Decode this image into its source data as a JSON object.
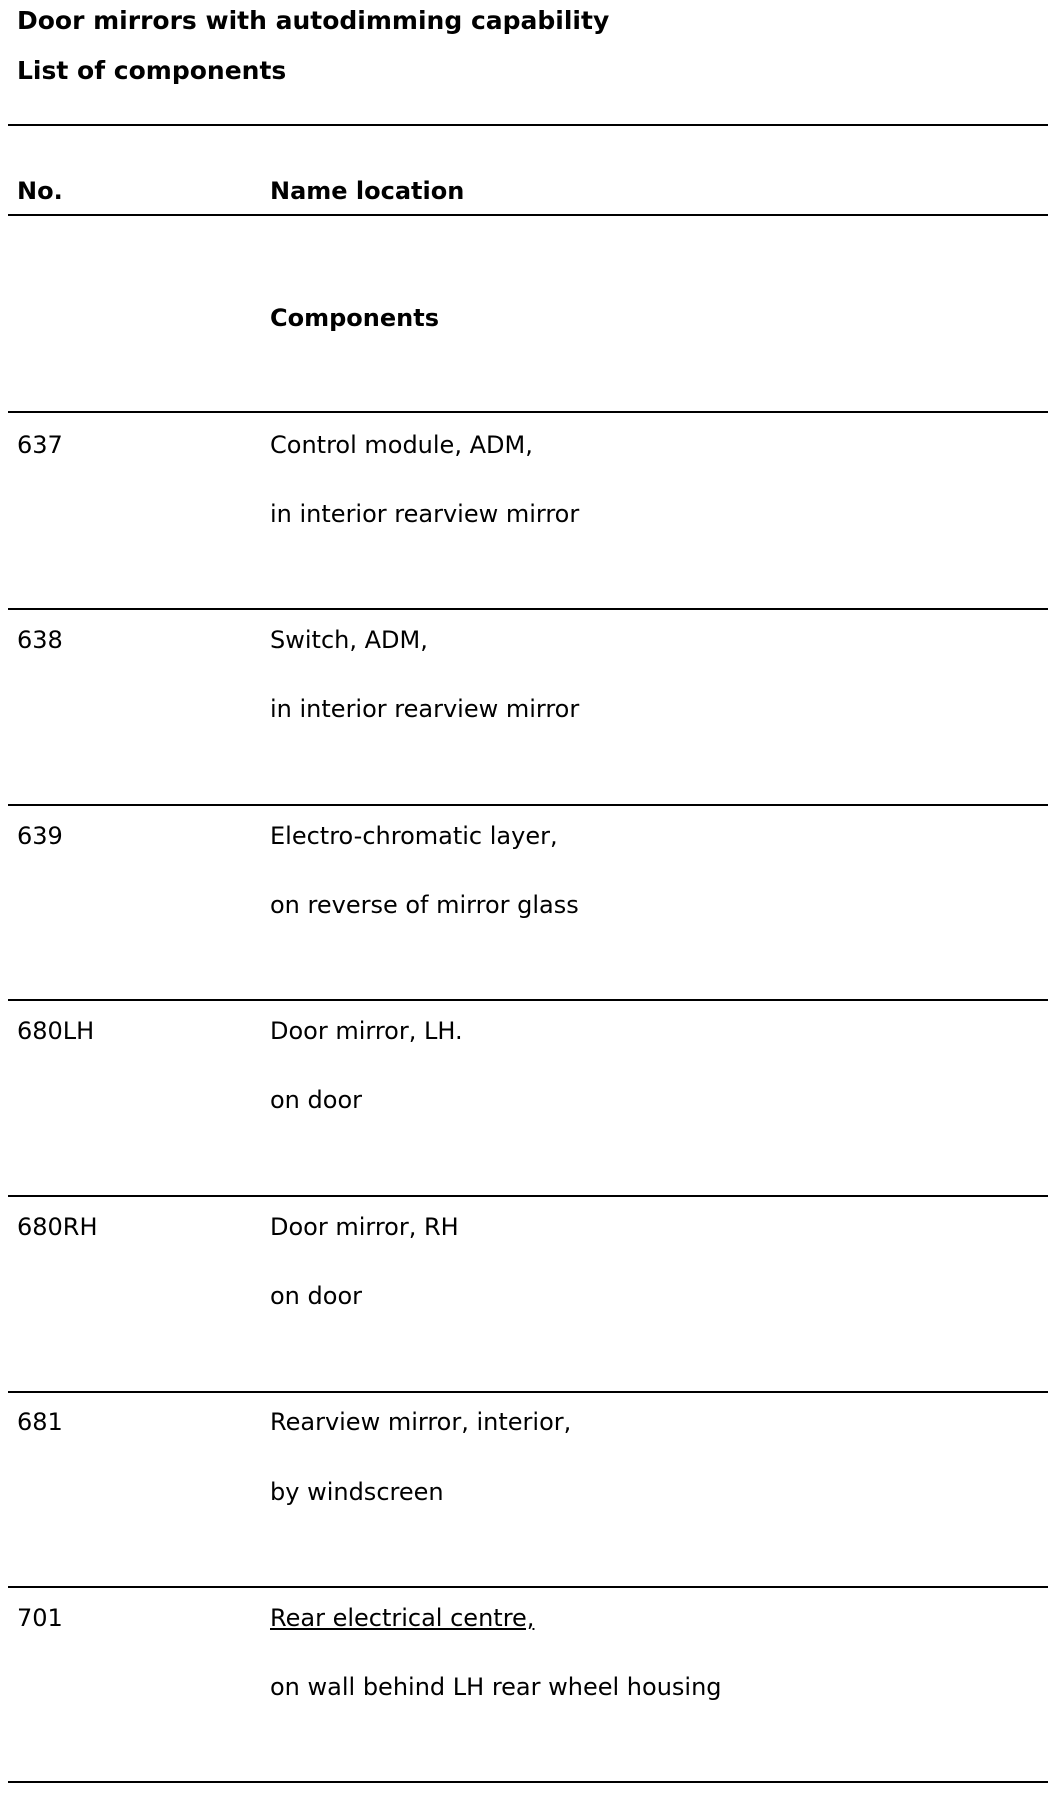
{
  "document": {
    "title": "Door mirrors with autodimming capability",
    "subtitle": "List of components"
  },
  "table": {
    "header": {
      "no": "No.",
      "name_location": "Name location"
    },
    "section_title": "Components",
    "rows": [
      {
        "no": "637",
        "name": "Control module, ADM,",
        "location": "in interior rearview mirror"
      },
      {
        "no": "638",
        "name": "Switch, ADM,",
        "location": "in interior rearview mirror"
      },
      {
        "no": "639",
        "name": "Electro-chromatic layer,",
        "location": "on reverse of mirror glass"
      },
      {
        "no": "680LH",
        "name": "Door mirror, LH.",
        "location": "on door"
      },
      {
        "no": "680RH",
        "name": "Door mirror, RH",
        "location": "on door"
      },
      {
        "no": "681",
        "name": "Rearview mirror, interior,",
        "location": "by windscreen"
      },
      {
        "no": "701",
        "name": "Rear electrical centre,",
        "location": "on wall behind LH rear wheel housing"
      }
    ]
  }
}
